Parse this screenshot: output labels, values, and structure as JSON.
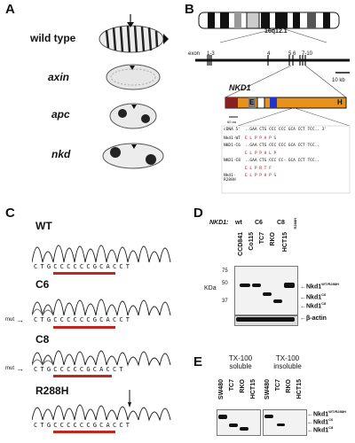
{
  "panels": {
    "A": {
      "label": "A",
      "rows": [
        {
          "name": "wild type",
          "italic": false
        },
        {
          "name": "axin",
          "italic": true
        },
        {
          "name": "apc",
          "italic": true
        },
        {
          "name": "nkd",
          "italic": true
        }
      ]
    },
    "B": {
      "label": "B",
      "band": "16q12.1",
      "exon_prefix": "exon",
      "exons": [
        "1-3",
        "4",
        "5 6",
        "7-10"
      ],
      "scale_text": "10 kb",
      "gene": "NKD1",
      "domain_letters": [
        "E",
        "H"
      ],
      "aa_scale": "60 aa",
      "seq_rows": [
        {
          "label": "cDNA 5'",
          "seq": "..GAA CTG CCC CCC GCA CCT TCC.. 3'"
        },
        {
          "label": "Nkd1-WT",
          "seq": "E   L   P   P   A   P   S"
        },
        {
          "label": "NKD1-C6",
          "seq": "..GAA CTG CCC CCC GCA CCT TCC.."
        },
        {
          "label": "",
          "seq": "E   L   P   P   H   L   P"
        },
        {
          "label": "NKD1-C8",
          "seq": "..GAA CTG CCC CC- GCA CCT TCC.."
        },
        {
          "label": "",
          "seq": "E   L   P   R   T   F"
        },
        {
          "label": "Nkd1-R288H",
          "seq": "E   L   P   P   H   P   S"
        }
      ]
    },
    "C": {
      "label": "C",
      "traces": [
        {
          "name": "WT",
          "seq": "CTGCCCCCCGCACCT",
          "mut": ""
        },
        {
          "name": "C6",
          "seq": "CTGCCCCCCGCACCT",
          "mut": "mut"
        },
        {
          "name": "C8",
          "seq": "CTGCCCCCGCACCT",
          "mut": "mut"
        },
        {
          "name": "R288H",
          "seq": "CTGCCCCCCGCACCT",
          "mut": ""
        }
      ]
    },
    "D": {
      "label": "D",
      "header": "NKD1:",
      "groups": [
        "wt",
        "C6",
        "C8",
        "R288H"
      ],
      "lanes": [
        "CCD841",
        "Co115",
        "TC7",
        "RKO",
        "HCT15"
      ],
      "kda_label": "KDa",
      "markers": [
        "75",
        "50",
        "37"
      ],
      "band_labels": [
        {
          "base": "Nkd1",
          "sup": "WT/R288H"
        },
        {
          "base": "Nkd1",
          "sup": "C6"
        },
        {
          "base": "Nkd1",
          "sup": "C8"
        }
      ],
      "actin_label": "β-actin"
    },
    "E": {
      "label": "E",
      "groups": [
        "TX-100 soluble",
        "TX-100 insoluble"
      ],
      "lanes": [
        "SW480",
        "TC7",
        "RKO",
        "HCT15"
      ],
      "band_labels": [
        {
          "base": "Nkd1",
          "sup": "WT/R288H"
        },
        {
          "base": "Nkd1",
          "sup": "C6"
        },
        {
          "base": "Nkd1",
          "sup": "C8"
        }
      ]
    }
  }
}
